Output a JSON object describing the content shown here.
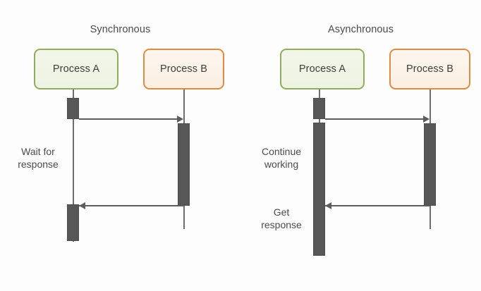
{
  "background_color": "#fdfdfd",
  "colors": {
    "process_a_border": "#8fad5b",
    "process_a_fill": "#f0f4e6",
    "process_b_border": "#e08a42",
    "process_b_fill": "#fdf3ea",
    "activation_bar": "#575757",
    "lifeline": "#6e6e6e",
    "arrow": "#5d5d5d",
    "text": "#4a4a4a"
  },
  "diagrams": [
    {
      "id": "synchronous",
      "title": "Synchronous",
      "participants": [
        {
          "id": "process-a",
          "label": "Process A",
          "style": "green"
        },
        {
          "id": "process-b",
          "label": "Process B",
          "style": "orange"
        }
      ],
      "notes": [
        {
          "id": "note-wait",
          "text": "Wait for\nresponse"
        }
      ],
      "messages": [
        {
          "id": "request",
          "from": "process-a",
          "to": "process-b",
          "direction": "right"
        },
        {
          "id": "response",
          "from": "process-b",
          "to": "process-a",
          "direction": "left"
        }
      ]
    },
    {
      "id": "asynchronous",
      "title": "Asynchronous",
      "participants": [
        {
          "id": "process-a",
          "label": "Process A",
          "style": "green"
        },
        {
          "id": "process-b",
          "label": "Process B",
          "style": "orange"
        }
      ],
      "notes": [
        {
          "id": "note-continue",
          "text": "Continue\nworking"
        },
        {
          "id": "note-get-response",
          "text": "Get\nresponse"
        }
      ],
      "messages": [
        {
          "id": "request",
          "from": "process-a",
          "to": "process-b",
          "direction": "right"
        },
        {
          "id": "response",
          "from": "process-b",
          "to": "process-a",
          "direction": "left"
        }
      ]
    }
  ]
}
